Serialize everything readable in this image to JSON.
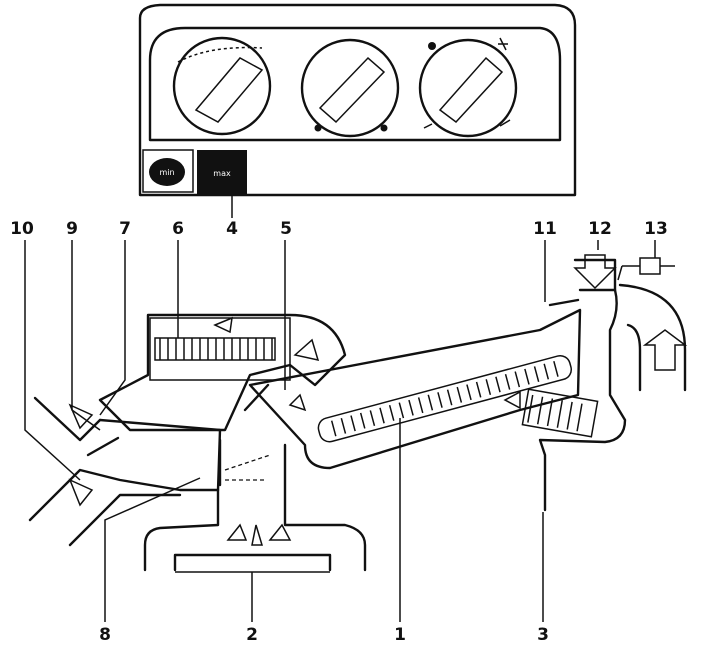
{
  "control_panel": {
    "button_min_label": "min",
    "button_max_label": "max"
  },
  "callouts": [
    {
      "id": "1",
      "label": "1"
    },
    {
      "id": "2",
      "label": "2"
    },
    {
      "id": "3",
      "label": "3"
    },
    {
      "id": "4",
      "label": "4"
    },
    {
      "id": "5",
      "label": "5"
    },
    {
      "id": "6",
      "label": "6"
    },
    {
      "id": "7",
      "label": "7"
    },
    {
      "id": "8",
      "label": "8"
    },
    {
      "id": "9",
      "label": "9"
    },
    {
      "id": "10",
      "label": "10"
    },
    {
      "id": "11",
      "label": "11"
    },
    {
      "id": "12",
      "label": "12"
    },
    {
      "id": "13",
      "label": "13"
    }
  ],
  "colors": {
    "ink": "#111111",
    "paper": "#ffffff"
  }
}
